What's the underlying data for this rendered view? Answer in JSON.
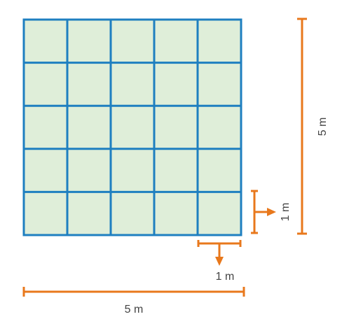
{
  "grid": {
    "rows": 5,
    "cols": 5,
    "fill_color": "#dfeed9",
    "line_color": "#1e7fc0"
  },
  "annotations": {
    "accent_color": "#e8781c",
    "label_color": "#444444",
    "bottom_length_label": "5 m",
    "right_length_label": "5 m",
    "unit_cell_width_label": "1 m",
    "unit_cell_height_label": "1 m"
  }
}
